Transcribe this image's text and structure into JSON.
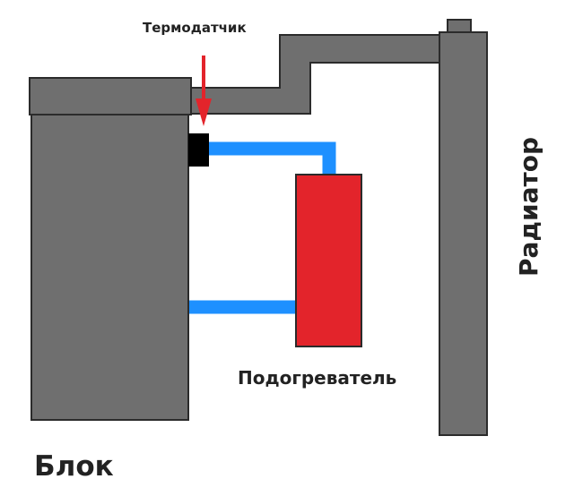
{
  "labels": {
    "sensor": "Термодатчик",
    "heater": "Подогреватель",
    "block": "Блок",
    "radiator": "Радиатор"
  },
  "colors": {
    "metal_fill": "#6f6f6f",
    "outline": "#2b2b2b",
    "coolant_pipe": "#1e90ff",
    "heater_body": "#e3242b",
    "sensor_body": "#000000",
    "arrow": "#e3242b",
    "text": "#222222"
  }
}
